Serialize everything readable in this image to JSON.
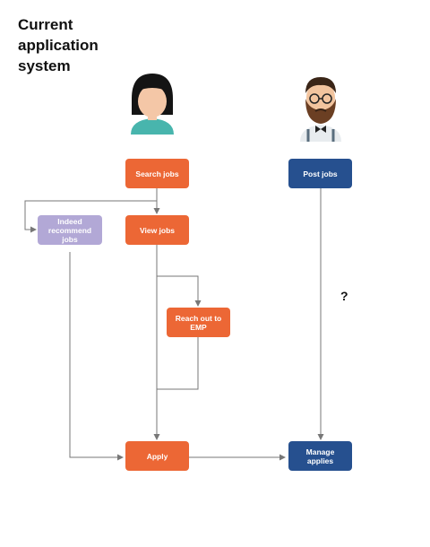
{
  "title": "Current application system",
  "nodes": {
    "search_jobs": "Search jobs",
    "view_jobs": "View  jobs",
    "indeed_recommend": "Indeed recommend jobs",
    "reach_out": "Reach out to EMP",
    "apply": "Apply",
    "post_jobs": "Post jobs",
    "manage_applies": "Manage applies"
  },
  "annotation": "?",
  "colors": {
    "job_seeker_node": "#ec6735",
    "employer_node": "#26508f",
    "indeed_node": "#b2a8d6",
    "connector": "#777777"
  },
  "icons": {
    "job_seeker": "woman-avatar-icon",
    "employer": "bearded-man-avatar-icon"
  }
}
